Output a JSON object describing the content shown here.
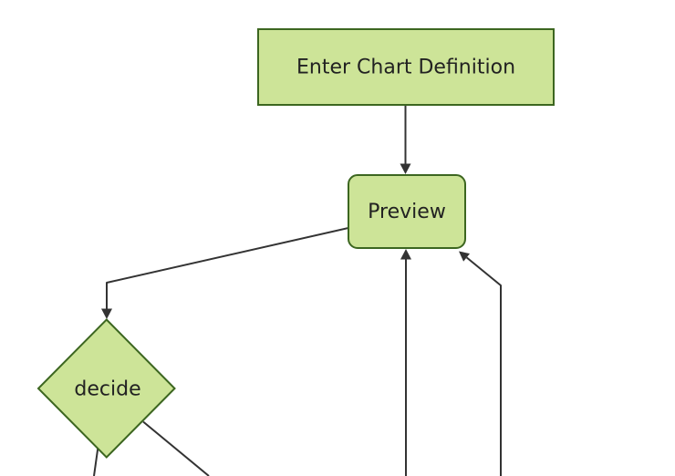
{
  "diagram": {
    "type": "flowchart",
    "direction": "top-down",
    "cropped": true
  },
  "colors": {
    "background": "#ffffff",
    "node_fill": "#cde498",
    "node_border": "#3c6620",
    "edge": "#333333",
    "text": "#222222"
  },
  "nodes": {
    "enter_chart_definition": {
      "label": "Enter Chart Definition",
      "shape": "rectangle"
    },
    "preview": {
      "label": "Preview",
      "shape": "rounded-rectangle"
    },
    "decide": {
      "label": "decide",
      "shape": "diamond"
    }
  },
  "edges": [
    {
      "from": "enter_chart_definition",
      "to": "preview",
      "arrowhead": true
    },
    {
      "from": "preview",
      "to": "decide",
      "arrowhead": true
    },
    {
      "from": "decide",
      "to": "offscreen-bottom-left",
      "arrowhead": false
    },
    {
      "from": "decide",
      "to": "offscreen-bottom-right",
      "arrowhead": false
    },
    {
      "from": "offscreen-bottom",
      "to": "preview",
      "arrowhead": true
    },
    {
      "from": "offscreen-bottom-right",
      "to": "preview",
      "arrowhead": true
    }
  ]
}
